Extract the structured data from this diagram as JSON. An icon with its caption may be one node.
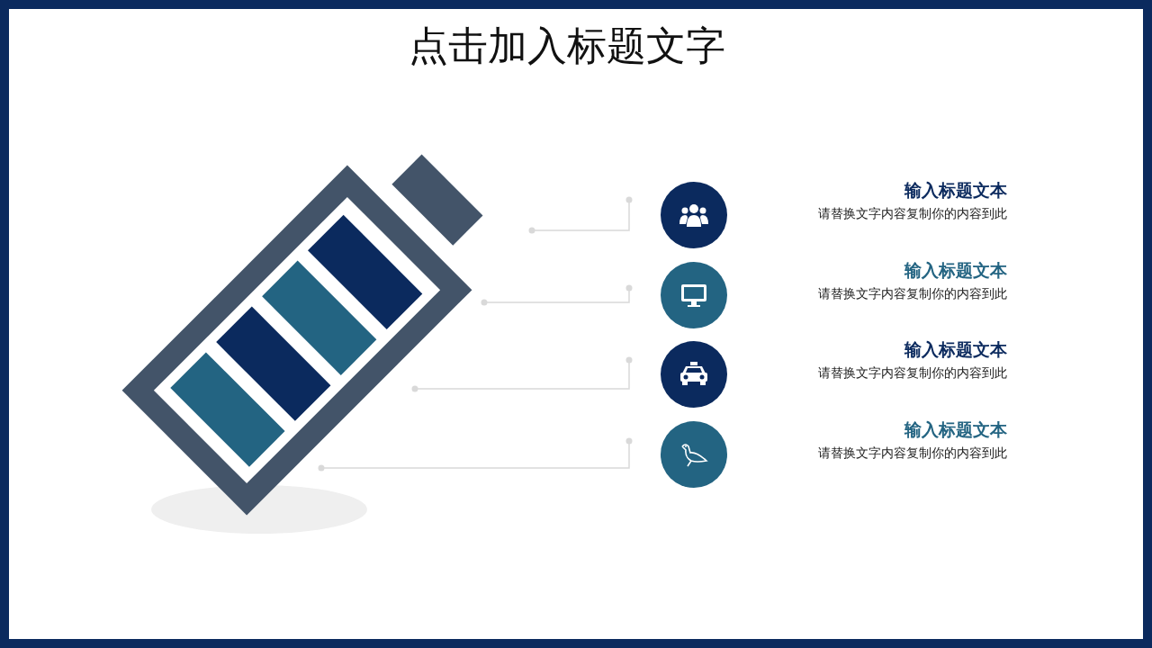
{
  "diagram": {
    "title": "点击加入标题文字",
    "nodes": [
      {
        "text": [],
        "shape": "picture"
      },
      {
        "text": [],
        "shape": "circle",
        "beside": [
          "输入标题文本",
          "请替换文字内容复制你的内容到此"
        ]
      },
      {
        "text": [],
        "shape": "circle",
        "beside": [
          "输入标题文本",
          "请替换文字内容复制你的内容到此"
        ]
      },
      {
        "text": [],
        "shape": "circle",
        "beside": [
          "输入标题文本",
          "请替换文字内容复制你的内容到此"
        ]
      },
      {
        "text": [],
        "shape": "circle",
        "beside": [
          "输入标题文本",
          "请替换文字内容复制你的内容到此"
        ]
      }
    ],
    "edges": [
      {
        "from": 1,
        "to": 0,
        "arrow": "other"
      },
      {
        "from": 2,
        "to": 0,
        "arrow": "other"
      },
      {
        "from": 3,
        "to": 0,
        "arrow": "other"
      },
      {
        "from": 4,
        "to": 0,
        "arrow": "other"
      }
    ]
  }
}
